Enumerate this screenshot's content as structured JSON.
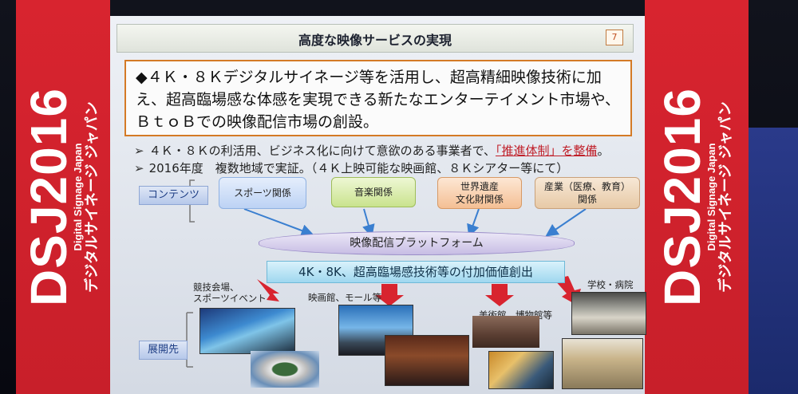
{
  "banner": {
    "title": "DSJ2016",
    "subtitle_en": "Digital Signage Japan",
    "subtitle_jp": "デジタルサイネージ ジャパン"
  },
  "slide": {
    "title": "高度な映像サービスの実現",
    "page_number": "7",
    "lead_marker": "◆",
    "lead_text": "４Ｋ・８Ｋデジタルサイネージ等を活用し、超高精細映像技術に加え、超高臨場感な体感を実現できる新たなエンターテイメント市場や、ＢｔｏＢでの映像配信市場の創設。",
    "bullet_marker": "➢",
    "bullet1_prefix": "４Ｋ・８Ｋの利活用、ビジネス化に向けて意欲のある事業者で、",
    "bullet1_highlight": "「推進体制」を整備",
    "bullet1_suffix": "。",
    "bullet2": "2016年度　複数地域で実証。（４Ｋ上映可能な映画館、８Ｋシアター等にて）"
  },
  "diagram": {
    "contents_tag": "コンテンツ",
    "content_boxes": [
      {
        "label": "スポーツ関係"
      },
      {
        "label": "音楽関係"
      },
      {
        "label": "世界遺産\n文化財関係"
      },
      {
        "label": "産業（医療、教育）\n関係"
      }
    ],
    "platform": "映像配信プラットフォーム",
    "value_bar": "4K・8K、超高臨場感技術等の付加価値創出",
    "deploy_tag": "展開先",
    "venues": [
      {
        "label": "競技会場、\nスポーツイベント"
      },
      {
        "label": "映画館、モール等"
      },
      {
        "label": "美術館、博物館等"
      },
      {
        "label": "学校・病院"
      }
    ]
  },
  "colors": {
    "banner_red": "#d8242f",
    "lead_border": "#d47a26",
    "highlight_red": "#c0202a",
    "arrow_red": "#d8242f",
    "arrow_blue": "#3a7fd0"
  }
}
